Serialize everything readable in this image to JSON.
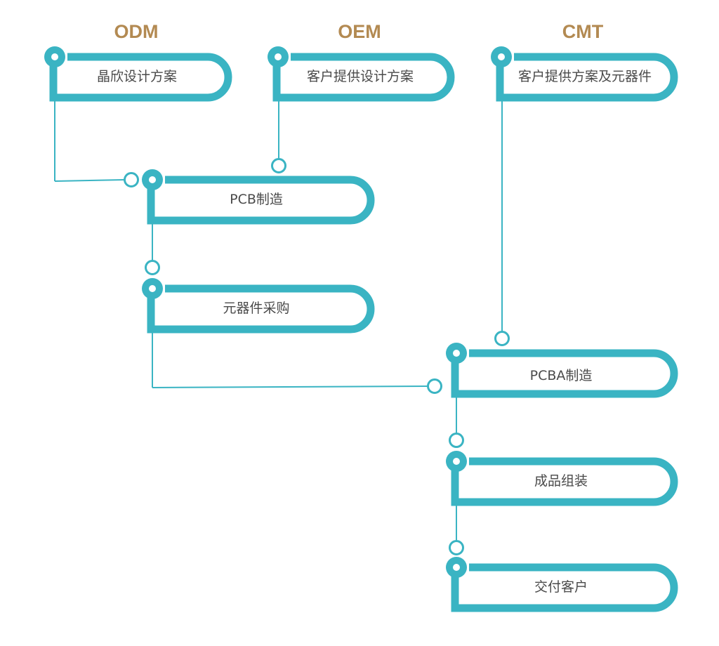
{
  "colors": {
    "accent": "#3ab4c3",
    "heading": "#b38a52",
    "text": "#4a4a4a",
    "background": "#ffffff"
  },
  "headings": {
    "odm": "ODM",
    "oem": "OEM",
    "cmt": "CMT"
  },
  "boxes": {
    "odm_design": "晶欣设计方案",
    "oem_design": "客户提供设计方案",
    "cmt_supply": "客户提供方案及元器件",
    "pcb": "PCB制造",
    "components": "元器件采购",
    "pcba": "PCBA制造",
    "assembly": "成品组装",
    "delivery": "交付客户"
  }
}
